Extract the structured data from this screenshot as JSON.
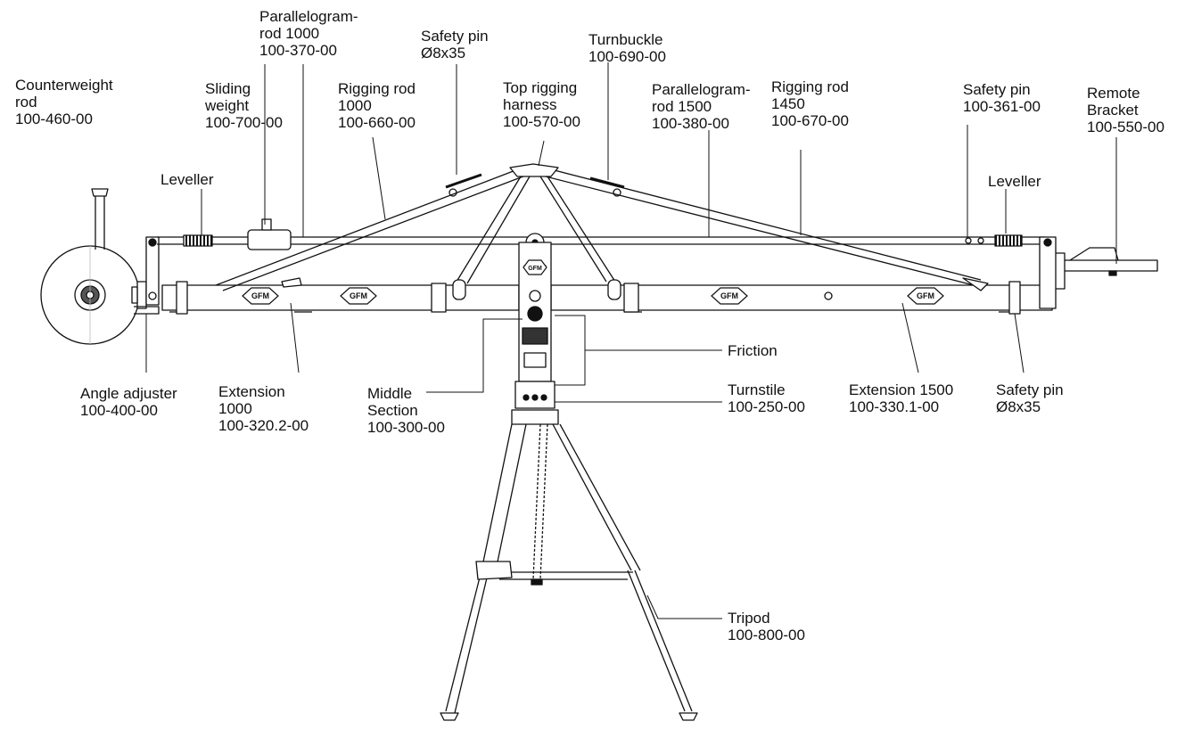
{
  "badge_text": "GFM",
  "labels": {
    "counterweight_rod": [
      "Counterweight",
      "rod",
      "100-460-00"
    ],
    "sliding_weight": [
      "Sliding",
      "weight",
      "100-700-00"
    ],
    "parallelogram_rod_1000": [
      "Parallelogram-",
      "rod 1000",
      "100-370-00"
    ],
    "rigging_rod_1000": [
      "Rigging rod",
      "1000",
      "100-660-00"
    ],
    "safety_pin_top": [
      "Safety pin",
      "Ø8x35"
    ],
    "top_rigging_harness": [
      "Top rigging",
      "harness",
      "100-570-00"
    ],
    "turnbuckle": [
      "Turnbuckle",
      "100-690-00"
    ],
    "parallelogram_rod_1500": [
      "Parallelogram-",
      "rod 1500",
      "100-380-00"
    ],
    "rigging_rod_1450": [
      "Rigging rod",
      "1450",
      "100-670-00"
    ],
    "safety_pin_361": [
      "Safety pin",
      "100-361-00"
    ],
    "remote_bracket": [
      "Remote",
      "Bracket",
      "100-550-00"
    ],
    "leveller_left": [
      "Leveller"
    ],
    "leveller_right": [
      "Leveller"
    ],
    "angle_adjuster": [
      "Angle adjuster",
      "100-400-00"
    ],
    "extension_1000": [
      "Extension",
      "1000",
      "100-320.2-00"
    ],
    "middle_section": [
      "Middle",
      "Section",
      "100-300-00"
    ],
    "friction": [
      "Friction"
    ],
    "turnstile": [
      "Turnstile",
      "100-250-00"
    ],
    "extension_1500": [
      "Extension 1500",
      "100-330.1-00"
    ],
    "safety_pin_bottom": [
      "Safety pin",
      "Ø8x35"
    ],
    "tripod": [
      "Tripod",
      "100-800-00"
    ]
  }
}
